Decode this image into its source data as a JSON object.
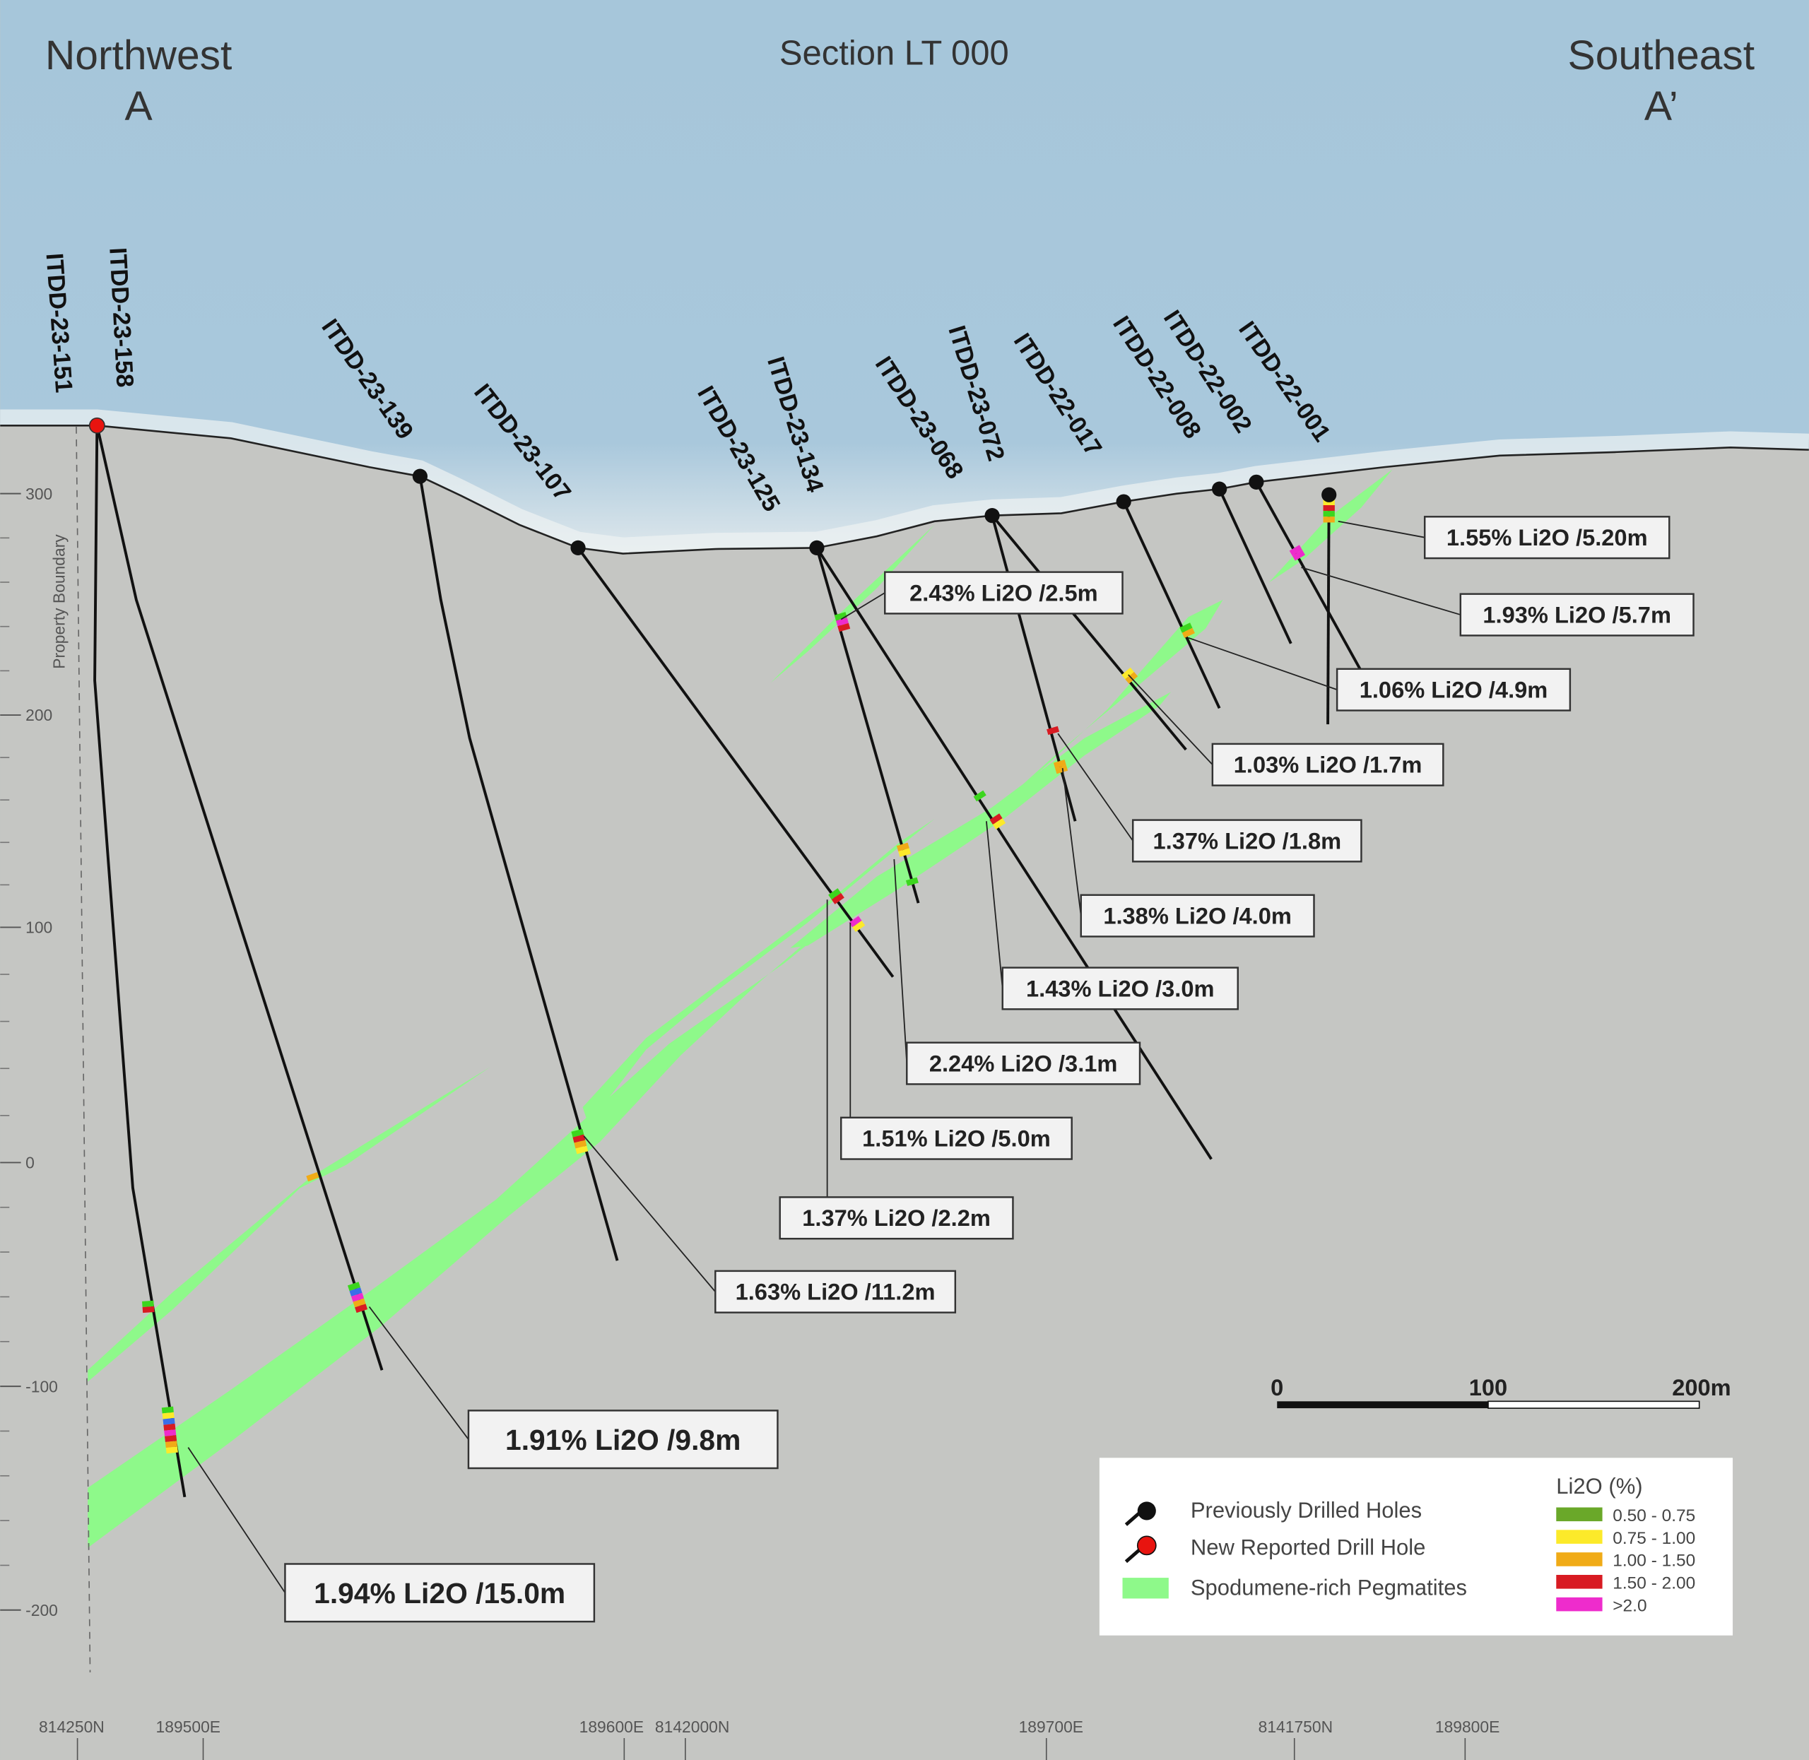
{
  "header": {
    "left_direction": "Northwest",
    "left_marker": "A",
    "title": "Section LT 000",
    "right_direction": "Southeast",
    "right_marker": "A’"
  },
  "holes": [
    "ITDD-23-151",
    "ITDD-23-158",
    "ITDD-23-139",
    "ITDD-23-107",
    "ITDD-23-125",
    "ITDD-23-134",
    "ITDD-23-068",
    "ITDD-23-072",
    "ITDD-22-017",
    "ITDD-22-008",
    "ITDD-22-002",
    "ITDD-22-001"
  ],
  "intercepts": [
    "1.55% Li2O /5.20m",
    "1.93% Li2O /5.7m",
    "1.06% Li2O /4.9m",
    "1.03% Li2O /1.7m",
    "1.37% Li2O /1.8m",
    "1.38% Li2O /4.0m",
    "1.43% Li2O /3.0m",
    "2.24% Li2O /3.1m",
    "1.51% Li2O /5.0m",
    "1.37% Li2O /2.2m",
    "1.63% Li2O /11.2m",
    "2.43% Li2O /2.5m",
    "1.91% Li2O /9.8m",
    "1.94% Li2O /15.0m"
  ],
  "elevation_axis": {
    "ticks": [
      "300",
      "200",
      "100",
      "0",
      "-100",
      "-200"
    ],
    "boundary_label": "Property Boundary"
  },
  "easting_axis": [
    "814250N",
    "189500E",
    "189600E",
    "8142000N",
    "189700E",
    "8141750N",
    "189800E"
  ],
  "scale_bar": {
    "labels": [
      "0",
      "100",
      "200m"
    ]
  },
  "legend": {
    "previous": "Previously Drilled Holes",
    "new": "New Reported Drill Hole",
    "pegmatite": "Spodumene-rich Pegmatites",
    "grade_title": "Li2O (%)",
    "grades": [
      {
        "label": "0.50 - 0.75",
        "color": "#6aa829"
      },
      {
        "label": "0.75 - 1.00",
        "color": "#fcea2a"
      },
      {
        "label": "1.00 - 1.50",
        "color": "#f0ab17"
      },
      {
        "label": "1.50 - 2.00",
        "color": "#d81b22"
      },
      {
        "label": ">2.0",
        "color": "#ee2ccc"
      }
    ]
  },
  "colors": {
    "sky": "#a9c8dc",
    "ground": "#c5c6c3",
    "pegmatite": "#8ef98a",
    "new_hole": "#e8140f"
  }
}
